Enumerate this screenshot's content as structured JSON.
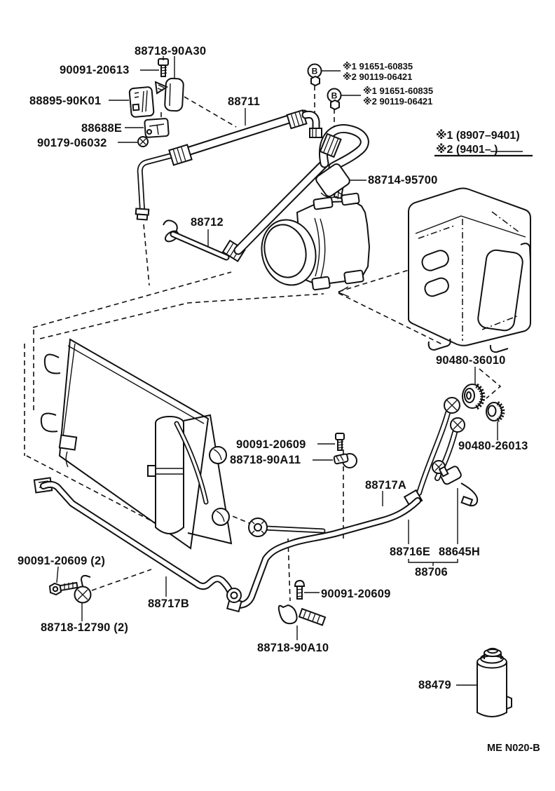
{
  "page": {
    "footer_code": "ME N020-B"
  },
  "legend": {
    "row1": "※1 (8907–9401)",
    "row2": "※2 (9401–         )"
  },
  "notes": {
    "joint_symbol": "B",
    "joint1_line1": "※1 91651-60835",
    "joint1_line2": "※2 90119-06421",
    "joint2_line1": "※1 91651-60835",
    "joint2_line2": "※2 90119-06421"
  },
  "labels": {
    "clamp_top": "88718-90A30",
    "bolt_top": "90091-20613",
    "relay": "88895-90K01",
    "clamp2": "88688E",
    "screw": "90179-06032",
    "discharge_hose": "88711",
    "suction_pipe": "88712",
    "insulator": "88714-95700",
    "grommet_large": "90480-36010",
    "grommet_small": "90480-26013",
    "bolt_mid": "90091-20609",
    "clamp_mid": "88718-90A11",
    "pipe_a": "88717A",
    "tube": "88716E",
    "switch": "88645H",
    "pipe_assy": "88706",
    "bolt_bottom_left": "90091-20609 (2)",
    "pipe_b": "88717B",
    "clamp_bottom_left": "88718-12790 (2)",
    "bolt_bottom_center": "90091-20609",
    "clamp_bottom_center": "88718-90A10",
    "receiver": "88479"
  }
}
